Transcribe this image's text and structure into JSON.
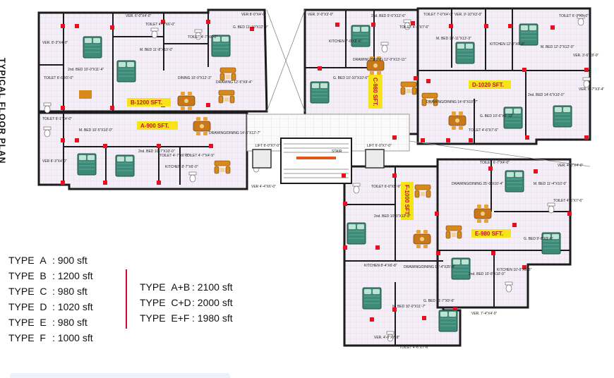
{
  "title": "TYPICAL FLOOR PLAN",
  "unit_tags": {
    "a": "A-900 SFT.",
    "b": "B-1200 SFT.",
    "c": "C-980 SFT.",
    "d": "D-1020 SFT.",
    "e": "E-980 SFT.",
    "f": "F-1000 SFT."
  },
  "rooms": {
    "b_ver": "VER. 6'-0\"X4'-0\"",
    "b_ver2": "VER. 8'-3\"X4'-0\"",
    "b_ver3": "VER 8'-0\"X4'-0\"",
    "b_toilet1": "TOILET 6'-6\"X5'-0\"",
    "b_toilet2": "TOILET 4'-7\"X6'-0\"",
    "b_toilet3": "TOILET 4'-7\"X6'-0\"",
    "b_bed": "2nd. BED 10'-0\"X11'-4\"",
    "b_gbed": "G. BED 11'-10\"X12'-0\"",
    "b_mbed": "M. BED 11'-8\"X10'-0\"",
    "b_dining": "DINING 10'-0\"X12'-3\"",
    "b_drawing": "DRAWING 12'-5\"X9'-4\"",
    "a_toilet": "TOILET 6'-1\"X4'-0\"",
    "a_mbed": "M. BED 10'-5\"X10'-0\"",
    "a_2bed": "2nd. BED 10'-7\"X10'-0\"",
    "a_toilet2": "TOILET 4'-7\"X6'-0\"",
    "a_kitchen": "KITCHEN 8'-7\"X6'-0\"",
    "a_toilet3": "TOILET 4'-7\"X4'-5\"",
    "a_drawing": "DRAWING/DINING 14'-5\"X12'-7\"",
    "a_ver": "VER 8'-3\"X4'-0\"",
    "a_ver2": "VER 4'-4\"X6'-0\"",
    "c_ver": "VER. 9'-0\"X3'-0\"",
    "c_kitchen": "KITCHEN 7'-0\"X8'-6\"",
    "c_2bed": "2nd. BED 9'-6\"X12'-6\"",
    "c_toilet": "TOILET 4'-6\"X7'-6\"",
    "c_gbed": "G. BED 10'-10\"X10'-6\"",
    "c_drawing": "DRAWING/DINING 12'-0\"X13'-11\"",
    "d_toilet": "TOILET 7'-0\"X4'-0\"",
    "d_ver": "VER. 9'-10\"X3'-0\"",
    "d_mbed": "M. BED 10'-11\"X13'-3\"",
    "d_kitchen": "KITCHEN 12'-0\"X6'-0\"",
    "d_mbed2": "M. BED 12'-2\"X12'-0\"",
    "d_toilet2": "TOILET 6'-7\"X5'-0\"",
    "d_ver2": "VER. 3'-6\"X8'-0\"",
    "d_ver3": "VER. 6'-7\"X3'-4\"",
    "d_drawing": "DRAWING/DINING 14'-6\"X19'-7\"",
    "d_gbed": "G. BED 10'-6\"X9'-10\"",
    "d_toilet3": "TOILET 4'-6\"X7'-6\"",
    "d_2bed": "2nd. BED 14'-6\"X10'-0\"",
    "lift": "LIFT 6'-0\"X7'-0\"",
    "lift2": "LIFT 6'-0\"X7'-0\"",
    "stair": "STAIR",
    "f_toilet": "TOILET 6'-0\"X5'-9\"",
    "f_2bed": "2nd. BED 10'-0\"X12'-9\"",
    "f_drawing": "DRAWING/DINING 10'-4\"X25'-8\"",
    "f_kitchen": "KITCHEN 8'-4\"X6'-8\"",
    "f_mbed": "M. BED 10'-0\"X11'-7\"",
    "f_gbed": "G. BED 11'-7\"X9'-6\"",
    "f_ver": "VER. 4'-0\"X7'-8\"",
    "f_toilet2": "TOILET 4'-6\"X7'-6\"",
    "e_toilet": "TOILET 6'-7\"X4'-0\"",
    "e_ver": "VER. 4'-0\"X4'-0\"",
    "e_drawing": "DRAWING/DINING 25'-0\"X10'-4\"",
    "e_mbed": "M. BED 11'-4\"X10'-0\"",
    "e_toilet2": "TOILET 4'-6\"X7'-6\"",
    "e_gbed": "G. BED 9'-6\"X9'-6\"",
    "e_2bed": "2nd. BED 10'-8\"X10'-0\"",
    "e_kitchen": "KITCHEN 10'-0\"X6'-8\"",
    "e_ver2": "VER. 7'-4\"X4'-0\""
  },
  "legend": [
    {
      "type": "TYPE",
      "name": "A",
      "value": ": 900 sft"
    },
    {
      "type": "TYPE",
      "name": "B",
      "value": ": 1200 sft"
    },
    {
      "type": "TYPE",
      "name": "C",
      "value": ":  980 sft"
    },
    {
      "type": "TYPE",
      "name": "D",
      "value": ":  1020 sft"
    },
    {
      "type": "TYPE",
      "name": "E",
      "value": ":  980 sft"
    },
    {
      "type": "TYPE",
      "name": "F",
      "value": ":  1000 sft"
    }
  ],
  "combined_legend": [
    {
      "type": "TYPE",
      "name": "A+B",
      "value": ": 2100 sft"
    },
    {
      "type": "TYPE",
      "name": "C+D",
      "value": ": 2000 sft"
    },
    {
      "type": "TYPE",
      "name": "E+F",
      "value": ": 1980 sft"
    }
  ],
  "colors": {
    "wall": "#1c1c1c",
    "floor": "#f3edf6",
    "column": "#e8101e",
    "bed": "#3e8a78",
    "furniture": "#d78a1b",
    "tag_bg": "#f7e31a",
    "tag_text": "#c8102e",
    "corridor": "#fafafa"
  }
}
